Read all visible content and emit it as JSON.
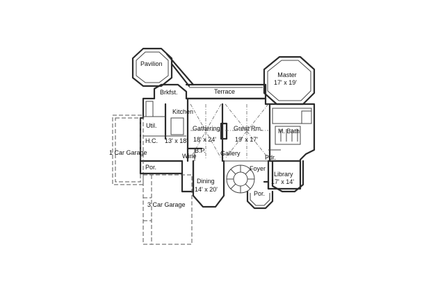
{
  "rooms": {
    "pavilion": {
      "name": "Pavilion"
    },
    "master": {
      "name": "Master",
      "size": "17' x 19'"
    },
    "brkfst": {
      "name": "Brkfst."
    },
    "terrace": {
      "name": "Terrace"
    },
    "kitchen": {
      "name": "Kitchen"
    },
    "util": {
      "name": "Util."
    },
    "hc": {
      "name": "H.C."
    },
    "hc_size": {
      "size": "13' x 18'"
    },
    "gathering": {
      "name": "Gathering",
      "size": "18' x 24'"
    },
    "great_rm": {
      "name": "Great Rm.",
      "size": "19' x 17'"
    },
    "m_bath": {
      "name": "M. Bath"
    },
    "garage1": {
      "name": "1 Car Garage"
    },
    "bp": {
      "name": "B.P."
    },
    "wine": {
      "name": "Wine"
    },
    "gallery": {
      "name": "Gallery"
    },
    "foyer": {
      "name": "Foyer"
    },
    "pdr": {
      "name": "Pdr."
    },
    "library": {
      "name": "Library",
      "size": "17' x 14'"
    },
    "por_left": {
      "name": "Por."
    },
    "dining": {
      "name": "Dining",
      "size": "14' x 20'"
    },
    "por_front": {
      "name": "Por."
    },
    "garage3": {
      "name": "3 Car Garage"
    }
  }
}
